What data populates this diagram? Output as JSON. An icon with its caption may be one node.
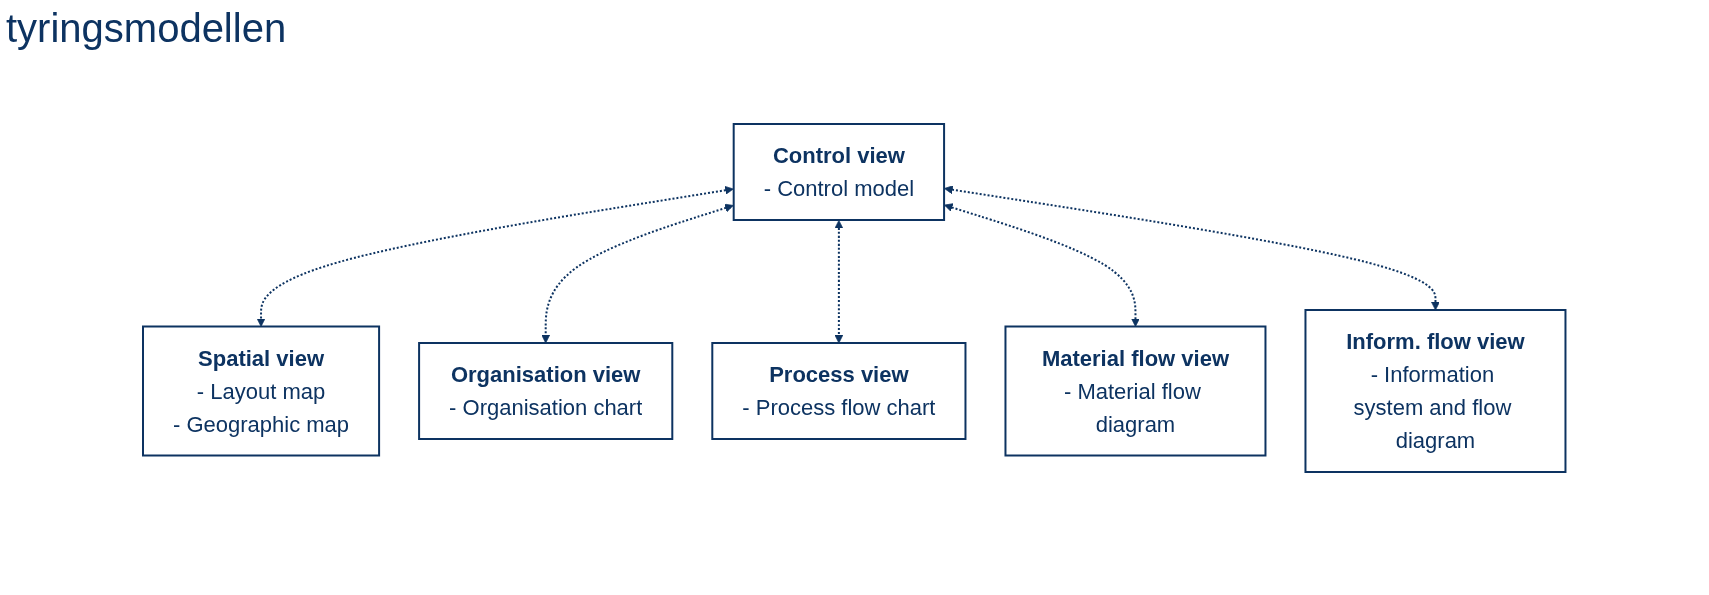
{
  "diagram": {
    "title": "tyringsmodellen",
    "nodes": [
      {
        "text": [
          "Control view",
          "- Control model"
        ]
      },
      {
        "text": [
          "Spatial view",
          "- Layout map",
          "- Geographic map"
        ]
      },
      {
        "text": [
          "Organisation view",
          "- Organisation chart"
        ]
      },
      {
        "text": [
          "Process view",
          "- Process flow chart"
        ]
      },
      {
        "text": [
          "Material flow view",
          "- Material flow diagram"
        ]
      },
      {
        "text": [
          "Inform. flow view",
          "- Information system and flow diagram"
        ]
      }
    ],
    "edges": [
      {
        "from": 0,
        "to": 1,
        "arrow": "both",
        "style": "dashed"
      },
      {
        "from": 0,
        "to": 2,
        "arrow": "both",
        "style": "dashed"
      },
      {
        "from": 0,
        "to": 3,
        "arrow": "both",
        "style": "dashed"
      },
      {
        "from": 0,
        "to": 4,
        "arrow": "both",
        "style": "dashed"
      },
      {
        "from": 0,
        "to": 5,
        "arrow": "both",
        "style": "dashed"
      }
    ]
  }
}
